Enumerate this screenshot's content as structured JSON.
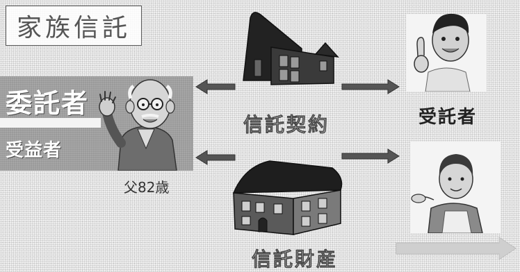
{
  "title": "家族信託",
  "roles": {
    "settlor": "委託者",
    "beneficiary": "受益者",
    "father_caption": "父82歳"
  },
  "center": {
    "contract_label": "信託契約",
    "property_label": "信託財産"
  },
  "right": {
    "trustee_label": "受託者"
  },
  "icons": {
    "top_center": "house-icon",
    "bottom_center": "building-icon",
    "left_person": "elderly-man-icon",
    "right_top_person": "man-pointing-icon",
    "right_bottom_person": "woman-apron-icon"
  },
  "colors": {
    "panel_gray": "#9a9a9a",
    "arrow_gray": "#555555"
  }
}
